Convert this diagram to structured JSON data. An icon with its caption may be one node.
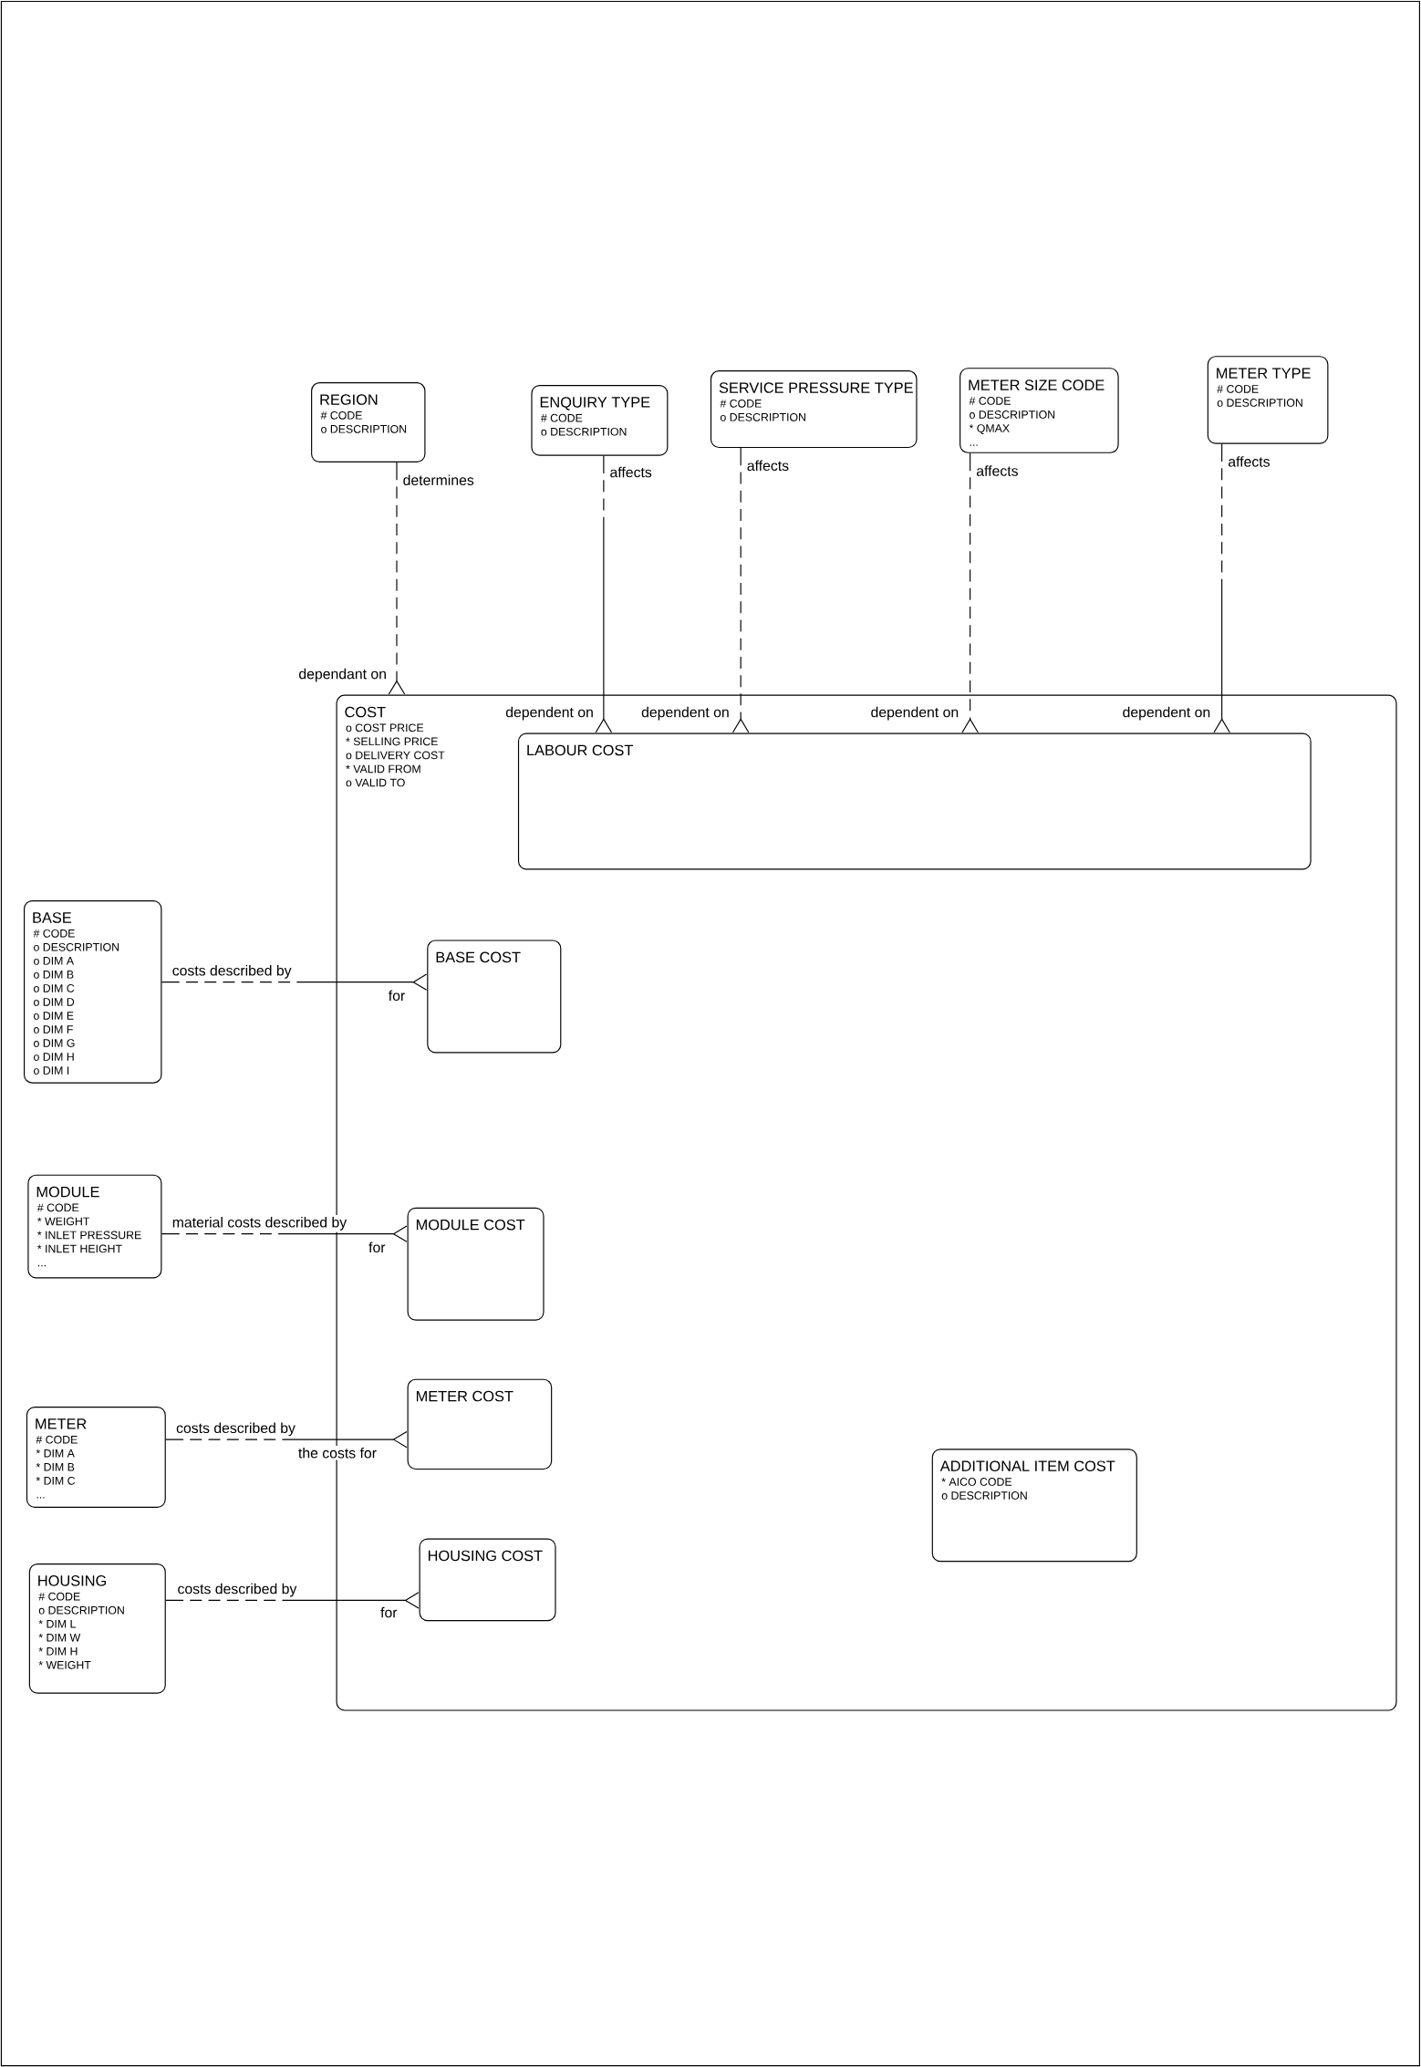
{
  "diagram": {
    "nodes": [
      {
        "text": [
          "REGION",
          "# CODE",
          "o DESCRIPTION"
        ]
      },
      {
        "text": [
          "ENQUIRY TYPE",
          "# CODE",
          "o DESCRIPTION"
        ]
      },
      {
        "text": [
          "SERVICE PRESSURE TYPE",
          "# CODE",
          "o DESCRIPTION"
        ]
      },
      {
        "text": [
          "METER SIZE CODE",
          "# CODE",
          "o DESCRIPTION",
          "* QMAX",
          "..."
        ]
      },
      {
        "text": [
          "METER TYPE",
          "# CODE",
          "o DESCRIPTION"
        ]
      },
      {
        "text": [
          "COST",
          "o COST PRICE",
          "* SELLING PRICE",
          "o DELIVERY COST",
          "* VALID FROM",
          "o VALID TO"
        ]
      },
      {
        "text": [
          "LABOUR COST"
        ],
        "in": 5
      },
      {
        "text": [
          "BASE",
          "# CODE",
          "o DESCRIPTION",
          "o DIM A",
          "o DIM B",
          "o DIM C",
          "o DIM D",
          "o DIM E",
          "o DIM F",
          "o DIM G",
          "o DIM H",
          "o DIM I"
        ]
      },
      {
        "text": [
          "BASE COST"
        ],
        "in": 5
      },
      {
        "text": [
          "MODULE",
          "# CODE",
          "* WEIGHT",
          "* INLET PRESSURE",
          "* INLET HEIGHT",
          "..."
        ]
      },
      {
        "text": [
          "MODULE COST"
        ],
        "in": 5
      },
      {
        "text": [
          "METER",
          "# CODE",
          "* DIM A",
          "* DIM B",
          "* DIM C",
          "..."
        ]
      },
      {
        "text": [
          "METER COST"
        ],
        "in": 5
      },
      {
        "text": [
          "ADDITIONAL ITEM COST",
          "* AICO CODE",
          "o DESCRIPTION"
        ],
        "in": 5
      },
      {
        "text": [
          "HOUSING",
          "# CODE",
          "o DESCRIPTION",
          "* DIM L",
          "* DIM W",
          "* DIM H",
          "* WEIGHT"
        ]
      },
      {
        "text": [
          "HOUSING COST"
        ],
        "in": 5
      }
    ],
    "edges": [
      {
        "from": 0,
        "to": 5,
        "arrow": "other",
        "label": "determines",
        "style": "dashed"
      },
      {
        "from": 1,
        "to": 6,
        "arrow": "other",
        "label": "affects"
      },
      {
        "from": 2,
        "to": 6,
        "arrow": "other",
        "label": "affects",
        "style": "dashed"
      },
      {
        "from": 3,
        "to": 6,
        "arrow": "other",
        "label": "affects",
        "style": "dashed"
      },
      {
        "from": 4,
        "to": 6,
        "arrow": "other",
        "label": "affects"
      },
      {
        "from": 7,
        "to": 8,
        "arrow": "other",
        "label": "costs described by"
      },
      {
        "from": 9,
        "to": 10,
        "arrow": "other",
        "label": "material costs described by"
      },
      {
        "from": 11,
        "to": 12,
        "arrow": "other",
        "label": "costs described by"
      },
      {
        "from": 14,
        "to": 15,
        "arrow": "other",
        "label": "costs described by"
      }
    ],
    "labels": [
      "dependant on",
      "dependent on",
      "dependent on",
      "dependent on",
      "dependent on",
      "for",
      "for",
      "the costs for",
      "for"
    ]
  }
}
